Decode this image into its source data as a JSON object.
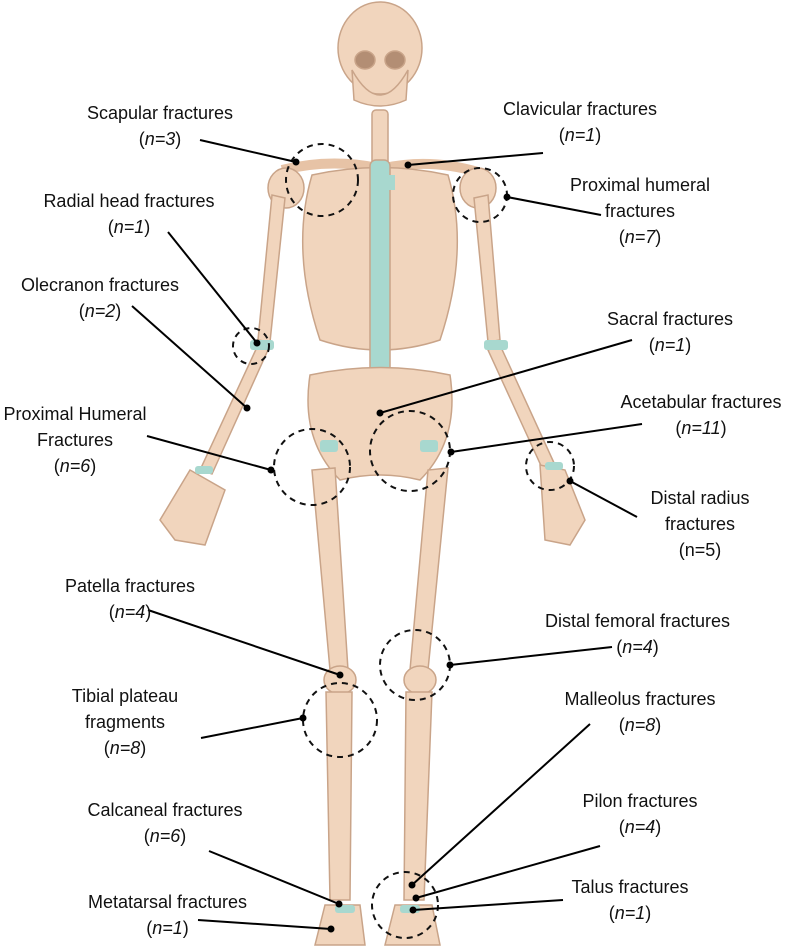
{
  "colors": {
    "bone": "#f1d5bd",
    "bone_stroke": "#c9a489",
    "cartilage": "#a8d8cf",
    "line": "#000000",
    "text": "#111111"
  },
  "labels": [
    {
      "id": "scapular",
      "lines": [
        "Scapular fractures"
      ],
      "count": "n=3",
      "italic": true
    },
    {
      "id": "clavicular",
      "lines": [
        "Clavicular fractures"
      ],
      "count": "n=1",
      "italic": true
    },
    {
      "id": "radial-head",
      "lines": [
        "Radial head fractures"
      ],
      "count": "n=1",
      "italic": true
    },
    {
      "id": "proximal-humeral",
      "lines": [
        "Proximal humeral",
        "fractures"
      ],
      "count": "n=7",
      "italic": true
    },
    {
      "id": "olecranon",
      "lines": [
        "Olecranon fractures"
      ],
      "count": "n=2",
      "italic": true
    },
    {
      "id": "sacral",
      "lines": [
        "Sacral fractures"
      ],
      "count": "n=1",
      "italic": true
    },
    {
      "id": "proximal-humeral-2",
      "lines": [
        "Proximal Humeral",
        "Fractures"
      ],
      "count": "n=6",
      "italic": true
    },
    {
      "id": "acetabular",
      "lines": [
        "Acetabular fractures"
      ],
      "count": "n=11",
      "italic": true
    },
    {
      "id": "distal-radius",
      "lines": [
        "Distal radius",
        "fractures"
      ],
      "count": "n=5",
      "italic": false
    },
    {
      "id": "patella",
      "lines": [
        "Patella fractures"
      ],
      "count": "n=4",
      "italic": true
    },
    {
      "id": "distal-femoral",
      "lines": [
        "Distal femoral fractures"
      ],
      "count": "n=4",
      "italic": true
    },
    {
      "id": "tibial-plateau",
      "lines": [
        "Tibial plateau",
        "fragments"
      ],
      "count": "n=8",
      "italic": true
    },
    {
      "id": "malleolus",
      "lines": [
        "Malleolus fractures"
      ],
      "count": "n=8",
      "italic": true
    },
    {
      "id": "pilon",
      "lines": [
        "Pilon fractures"
      ],
      "count": "n=4",
      "italic": true
    },
    {
      "id": "calcaneal",
      "lines": [
        "Calcaneal fractures"
      ],
      "count": "n=6",
      "italic": true
    },
    {
      "id": "talus",
      "lines": [
        "Talus fractures"
      ],
      "count": "n=1",
      "italic": true
    },
    {
      "id": "metatarsal",
      "lines": [
        "Metatarsal fractures"
      ],
      "count": "n=1",
      "italic": true
    }
  ]
}
